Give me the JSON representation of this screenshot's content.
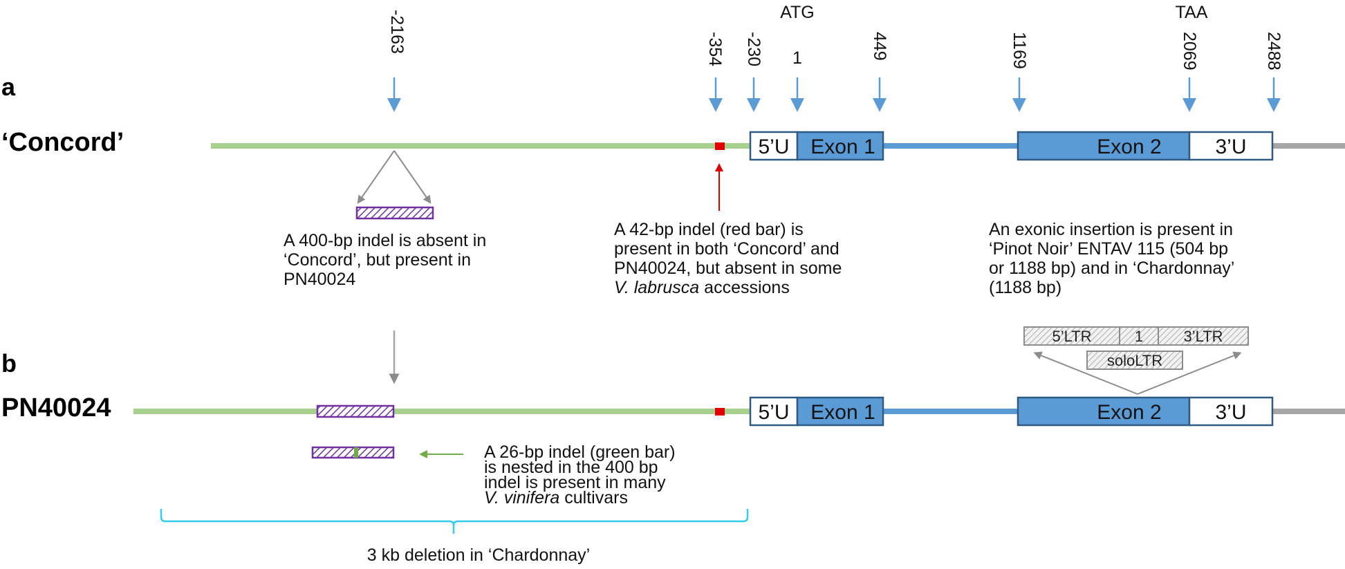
{
  "panels": {
    "a": {
      "label": "a",
      "track_name": "‘Concord’"
    },
    "b": {
      "label": "b",
      "track_name": "PN40024"
    }
  },
  "feature_labels": {
    "atg": "ATG",
    "taa": "TAA"
  },
  "positions": [
    "-2163",
    "-354",
    "-230",
    "1",
    "449",
    "1169",
    "2069",
    "2488"
  ],
  "gene_boxes": {
    "utr5": "5’U",
    "exon1": "Exon 1",
    "exon2": "Exon 2",
    "utr3": "3’U"
  },
  "te": {
    "ltr5": "5’LTR",
    "internal": "1",
    "ltr3": "3’LTR",
    "solo": "soloLTR"
  },
  "annotations": {
    "indel400": [
      "A  400-bp  indel is absent in",
      "‘Concord’, but present in",
      "PN40024"
    ],
    "indel42": [
      "A 42-bp indel (red bar) is",
      "present in both ‘Concord’ and",
      "PN40024,  but absent in some",
      {
        "italic": "V. labrusca",
        "rest": " accessions"
      }
    ],
    "insertion": [
      "An exonic insertion is present in",
      "‘Pinot Noir’ ENTAV  115 (504 bp",
      "or 1188 bp) and in  ‘Chardonnay’",
      "(1188 bp)"
    ],
    "indel26": [
      "A 26-bp indel  (green  bar)",
      "is nested  in the 400 bp",
      "indel is present in many",
      {
        "italic": "V. vinifera",
        "rest": " cultivars"
      }
    ],
    "deletion": "3 kb deletion  in ‘Chardonnay’"
  },
  "colors": {
    "promoter": "#a9d18e",
    "intron": "#5b9bd5",
    "exon_fill": "#5b9bd5",
    "exon_border": "#2e5a84",
    "downstream": "#a6a6a6",
    "indel42": "#e00000",
    "indel400": "#7030a0",
    "indel26": "#70ad47",
    "marker_arrow": "#5b9bd5",
    "deletion_brace": "#33ccee"
  }
}
